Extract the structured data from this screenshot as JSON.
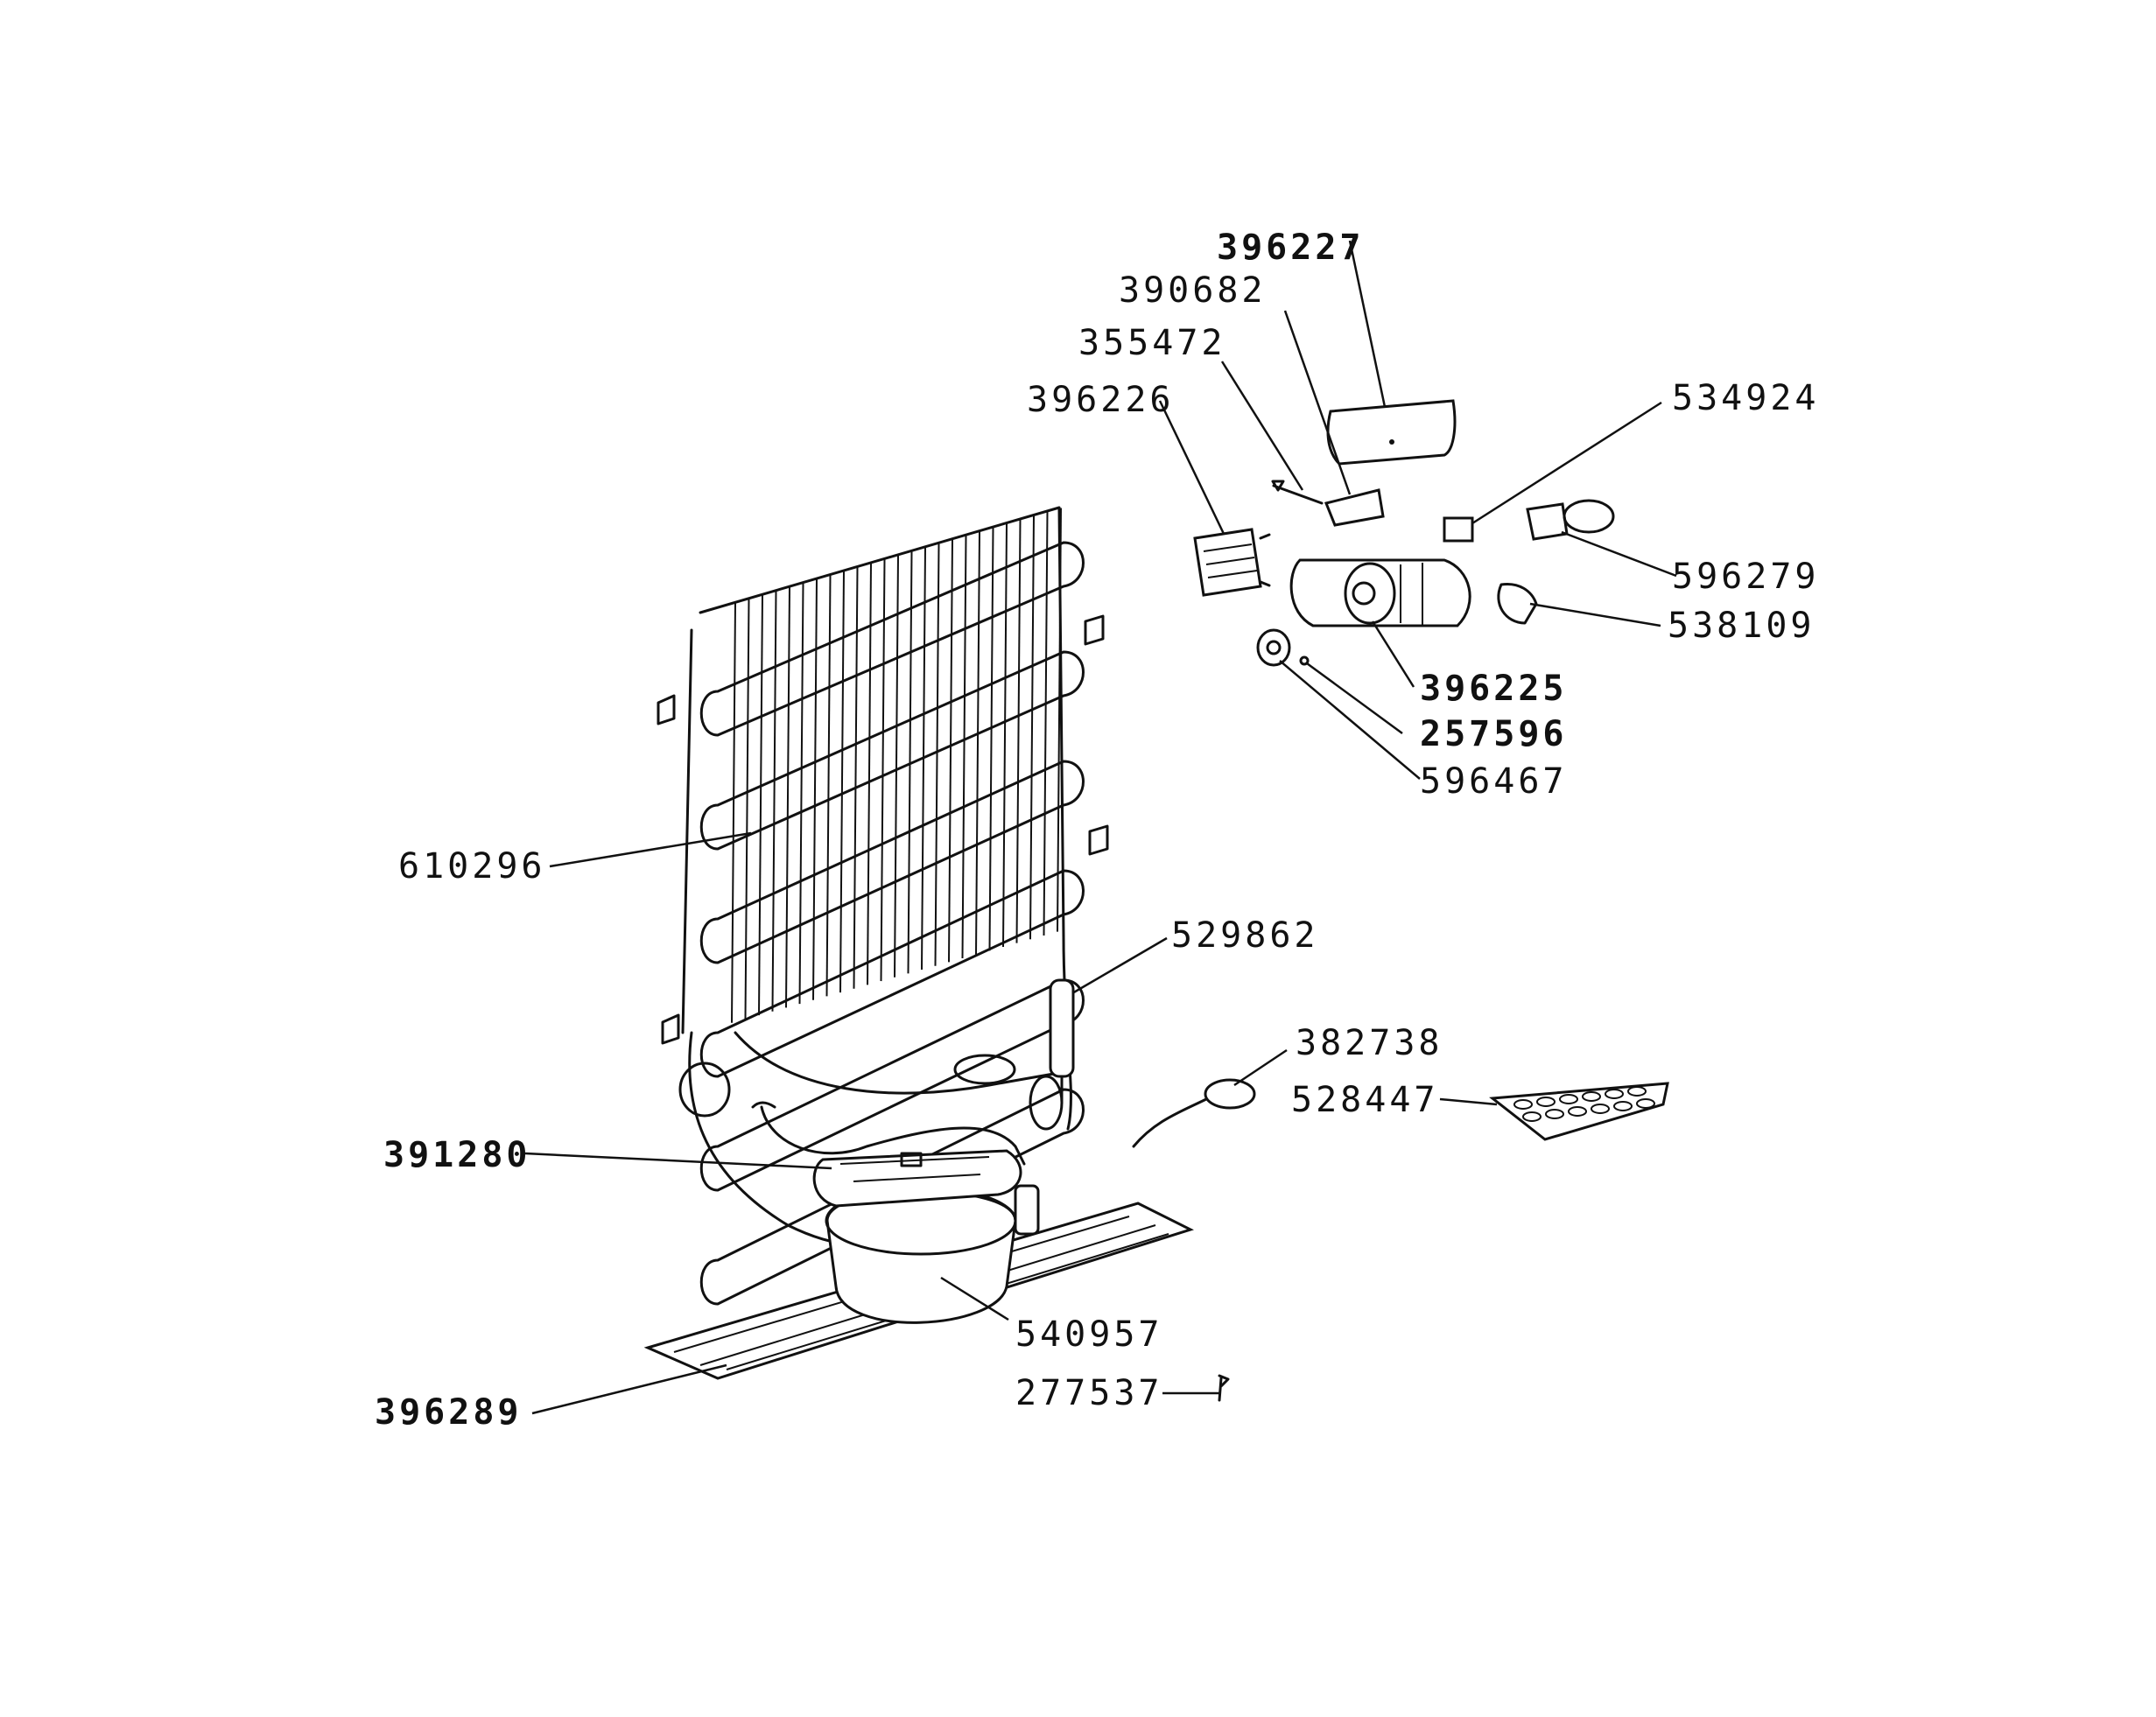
{
  "diagram": {
    "colors": {
      "ink": "#111111",
      "background": "#ffffff"
    },
    "parts": [
      {
        "id": "396227",
        "label": "396227",
        "bold": true
      },
      {
        "id": "390682",
        "label": "390682",
        "bold": false
      },
      {
        "id": "355472",
        "label": "355472",
        "bold": false
      },
      {
        "id": "396226",
        "label": "396226",
        "bold": false
      },
      {
        "id": "534924",
        "label": "534924",
        "bold": false
      },
      {
        "id": "596279",
        "label": "596279",
        "bold": false
      },
      {
        "id": "538109",
        "label": "538109",
        "bold": false
      },
      {
        "id": "396225",
        "label": "396225",
        "bold": true
      },
      {
        "id": "257596",
        "label": "257596",
        "bold": true
      },
      {
        "id": "596467",
        "label": "596467",
        "bold": false
      },
      {
        "id": "610296",
        "label": "610296",
        "bold": false
      },
      {
        "id": "529862",
        "label": "529862",
        "bold": false
      },
      {
        "id": "382738",
        "label": "382738",
        "bold": false
      },
      {
        "id": "528447",
        "label": "528447",
        "bold": false
      },
      {
        "id": "391280",
        "label": "391280",
        "bold": true
      },
      {
        "id": "540957",
        "label": "540957",
        "bold": false
      },
      {
        "id": "277537",
        "label": "277537",
        "bold": false
      },
      {
        "id": "396289",
        "label": "396289",
        "bold": true
      }
    ]
  }
}
